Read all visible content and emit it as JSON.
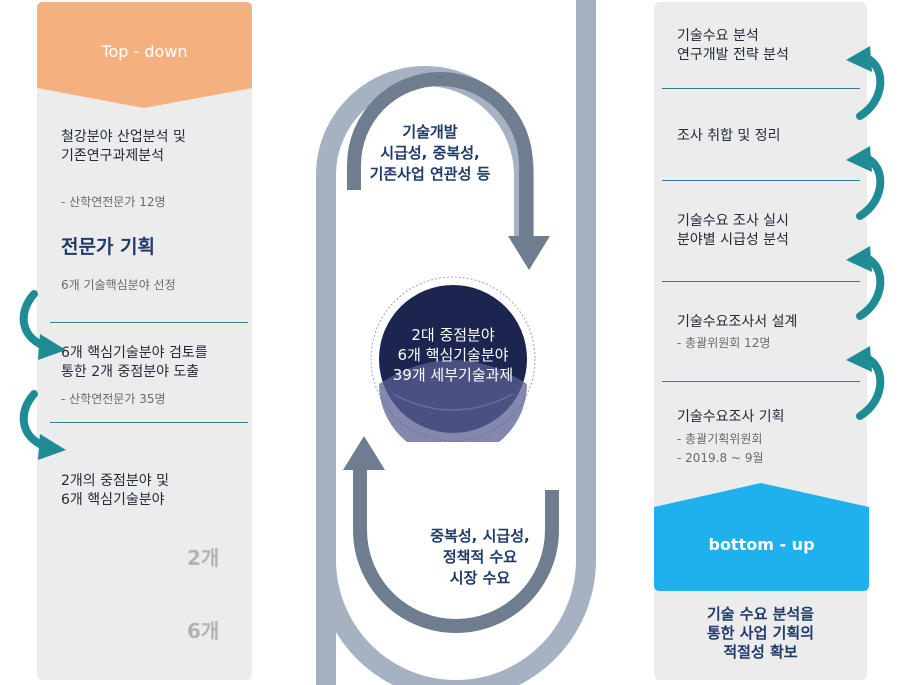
{
  "left": {
    "header": "Top - down",
    "item1": [
      "철강분야 산업분석 및",
      "기존연구과제분석"
    ],
    "note1": "- 산학연전문가 12명",
    "title": "전문가 기획",
    "note2": "6개 기술핵심분야 선정",
    "item2": [
      "6개 핵심기술분야 검토를",
      "통한 2개 중점분야 도출"
    ],
    "note3": "- 산학연전문가 35명",
    "item3": [
      "2개의 중점분야 및",
      "6개 핵심기술분야"
    ],
    "num1": "2개",
    "num2": "6개"
  },
  "center": {
    "top_text": [
      "기술개발",
      "시급성, 중복성,",
      "기존사업 연관성 등"
    ],
    "circle": [
      "2대 중점분야",
      "6개 핵심기술분야",
      "39개 세부기술과제"
    ],
    "bottom_text": [
      "중복성, 시급성,",
      "정책적 수요",
      "시장 수요"
    ]
  },
  "right": {
    "item1": [
      "기술수요 분석",
      "연구개발 전략 분석"
    ],
    "item2": [
      "조사 취합 및 정리"
    ],
    "item3": [
      "기술수요 조사 실시",
      "분야별 시급성 분석"
    ],
    "item4": [
      "기술수요조사서 설계"
    ],
    "note4": "- 총괄위원회 12명",
    "item5": [
      "기술수요조사 기획"
    ],
    "note5a": "- 총괄기획위원회",
    "note5b": "- 2019.8 ~ 9월",
    "footer": "bottom - up",
    "conclusion": [
      "기술 수요 분석을",
      "통한 사업 기획의",
      "적절성 확보"
    ]
  },
  "colors": {
    "topdown": "#f5b07f",
    "bottomup": "#1fb1ee",
    "teal": "#1f8c95",
    "track": "#a6b1c1",
    "arrow": "#6f7d90",
    "circle": "#1c2450"
  }
}
